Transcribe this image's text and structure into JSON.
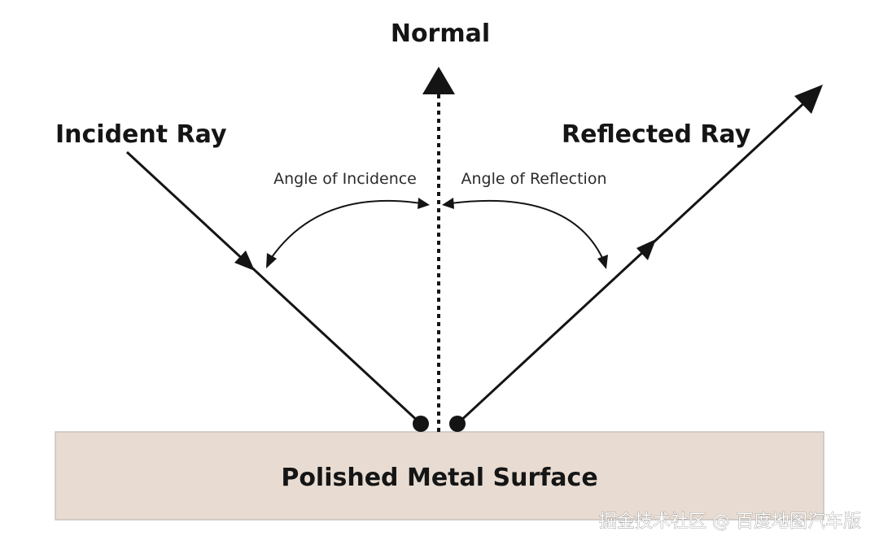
{
  "labels": {
    "normal": "Normal",
    "incident_ray": "Incident Ray",
    "reflected_ray": "Reflected Ray",
    "angle_of_incidence": "Angle of Incidence",
    "angle_of_reflection": "Angle of Reflection",
    "surface": "Polished Metal Surface"
  },
  "watermark": "掘金技术社区 @ 百度地图汽车版",
  "colors": {
    "surface_fill": "#e8dcd2",
    "surface_border": "#c9c2bc",
    "line": "#141414",
    "text": "#151515"
  }
}
